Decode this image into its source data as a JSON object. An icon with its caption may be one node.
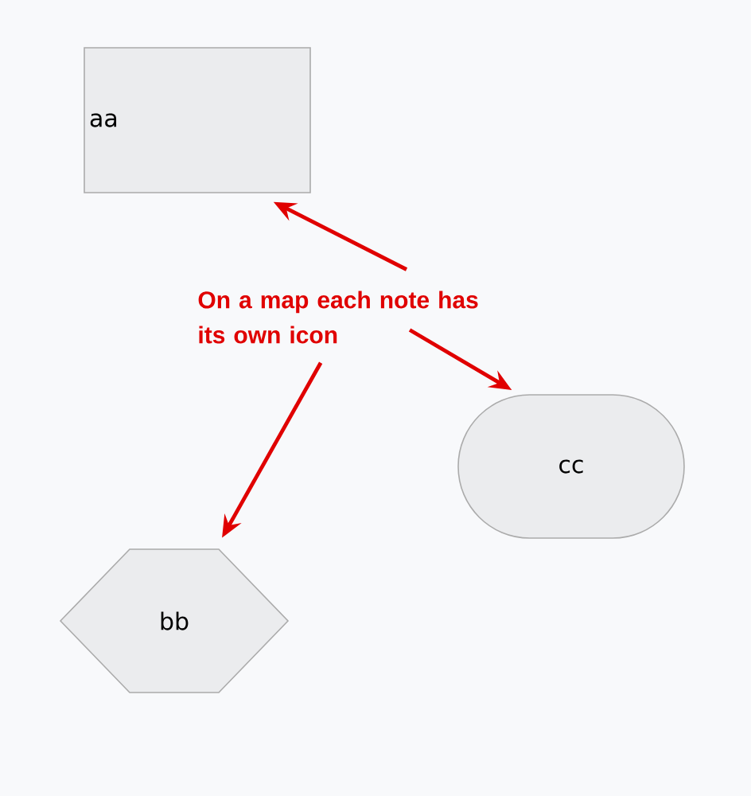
{
  "diagram": {
    "nodes": [
      {
        "text": [
          "aa"
        ]
      },
      {
        "text": [
          "On a map each note has its own icon"
        ]
      },
      {
        "text": [
          "cc"
        ]
      },
      {
        "text": [
          "bb"
        ]
      }
    ],
    "edges": [
      {
        "from": 1,
        "to": 0,
        "arrow": "to"
      },
      {
        "from": 1,
        "to": 3,
        "arrow": "to"
      },
      {
        "from": 1,
        "to": 2,
        "arrow": "to"
      }
    ]
  }
}
